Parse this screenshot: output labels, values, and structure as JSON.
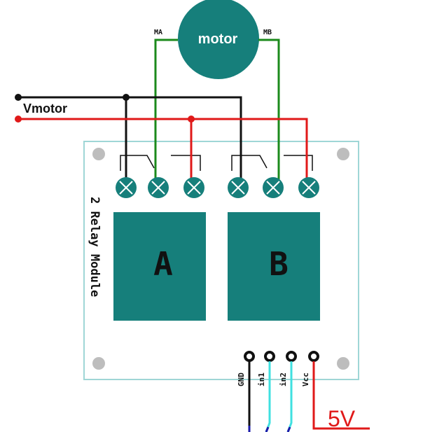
{
  "motor": {
    "label": "motor",
    "terminal_a": "MA",
    "terminal_b": "MB"
  },
  "supply": {
    "label": "Vmotor"
  },
  "module": {
    "title": "2 Relay Module",
    "relay_a": "A",
    "relay_b": "B"
  },
  "pins": {
    "gnd": "GND",
    "in1": "in1",
    "in2": "in2",
    "vcc": "Vcc"
  },
  "power": {
    "label": "5V"
  },
  "colors": {
    "teal": "#167f7b",
    "board": "#ffffff",
    "board_border": "#9fd6d6",
    "wire_black": "#111111",
    "wire_red": "#e01919",
    "wire_green": "#1b8a1b",
    "wire_cyan": "#3fe0e0",
    "wire_blue": "#1a1aa8",
    "mount_hole": "#bdbdbd"
  }
}
